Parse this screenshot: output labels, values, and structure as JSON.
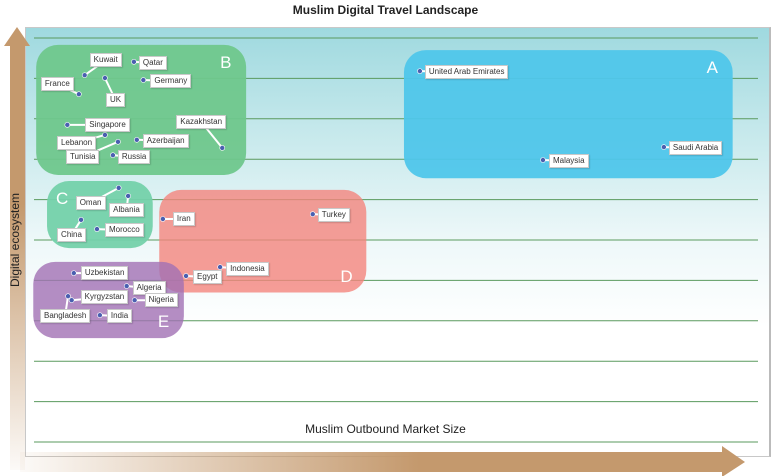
{
  "chart_data": {
    "type": "scatter",
    "title": "Muslim Digital Travel Landscape",
    "xlabel": "Muslim Outbound Market Size",
    "ylabel": "Digital ecosystem",
    "xlim": [
      0,
      100
    ],
    "ylim": [
      0,
      100
    ],
    "grid": "horizontal",
    "groups": [
      {
        "name": "A",
        "color": "#4fc6ea",
        "x": [
          51.1,
          96.5
        ],
        "y": [
          65.3,
          97.0
        ]
      },
      {
        "name": "B",
        "color": "#6fc78c",
        "x": [
          0.3,
          29.3
        ],
        "y": [
          66.1,
          98.3
        ]
      },
      {
        "name": "C",
        "color": "#74d1aa",
        "x": [
          1.8,
          16.4
        ],
        "y": [
          48.0,
          64.6
        ]
      },
      {
        "name": "D",
        "color": "#f4857d",
        "x": [
          17.3,
          45.9
        ],
        "y": [
          37.0,
          62.4
        ]
      },
      {
        "name": "E",
        "color": "#a170b4",
        "x": [
          -0.1,
          20.7
        ],
        "y": [
          25.7,
          44.6
        ]
      }
    ],
    "points": [
      {
        "label": "Kuwait",
        "group": "B",
        "x": 7.0,
        "y": 90.8
      },
      {
        "label": "Qatar",
        "group": "B",
        "x": 13.8,
        "y": 94.1
      },
      {
        "label": "France",
        "group": "B",
        "x": 6.2,
        "y": 86.1
      },
      {
        "label": "UK",
        "group": "B",
        "x": 9.8,
        "y": 90.1
      },
      {
        "label": "Germany",
        "group": "B",
        "x": 15.1,
        "y": 89.6
      },
      {
        "label": "Singapore",
        "group": "B",
        "x": 4.6,
        "y": 78.5
      },
      {
        "label": "Kazakhstan",
        "group": "B",
        "x": 26.0,
        "y": 72.8
      },
      {
        "label": "Lebanon",
        "group": "B",
        "x": 9.8,
        "y": 76.0
      },
      {
        "label": "Azerbaijan",
        "group": "B",
        "x": 14.2,
        "y": 74.8
      },
      {
        "label": "Tunisia",
        "group": "B",
        "x": 11.6,
        "y": 74.3
      },
      {
        "label": "Russia",
        "group": "B",
        "x": 10.9,
        "y": 71.0
      },
      {
        "label": "Oman",
        "group": "C",
        "x": 11.7,
        "y": 62.9
      },
      {
        "label": "Albania",
        "group": "C",
        "x": 13.0,
        "y": 60.9
      },
      {
        "label": "China",
        "group": "C",
        "x": 6.5,
        "y": 55.0
      },
      {
        "label": "Morocco",
        "group": "C",
        "x": 8.7,
        "y": 52.7
      },
      {
        "label": "Iran",
        "group": "D",
        "x": 17.8,
        "y": 55.2
      },
      {
        "label": "Turkey",
        "group": "D",
        "x": 38.5,
        "y": 56.4
      },
      {
        "label": "Indonesia",
        "group": "D",
        "x": 25.7,
        "y": 43.3
      },
      {
        "label": "Egypt",
        "group": "D",
        "x": 21.0,
        "y": 41.1
      },
      {
        "label": "Uzbekistan",
        "group": "E",
        "x": 5.5,
        "y": 41.8
      },
      {
        "label": "Algeria",
        "group": "E",
        "x": 12.8,
        "y": 38.6
      },
      {
        "label": "Kyrgyzstan",
        "group": "E",
        "x": 5.2,
        "y": 35.1
      },
      {
        "label": "Bangladesh",
        "group": "E",
        "x": 4.7,
        "y": 36.1
      },
      {
        "label": "Nigeria",
        "group": "E",
        "x": 13.9,
        "y": 35.1
      },
      {
        "label": "India",
        "group": "E",
        "x": 9.1,
        "y": 31.4
      },
      {
        "label": "United Arab Emirates",
        "group": "A",
        "x": 53.3,
        "y": 91.8
      },
      {
        "label": "Saudi Arabia",
        "group": "A",
        "x": 87.0,
        "y": 73.0
      },
      {
        "label": "Malaysia",
        "group": "A",
        "x": 70.3,
        "y": 69.8
      }
    ],
    "gridline_count": 11,
    "colors": {
      "gridline": "#5a9a5e",
      "point": "#4a5fb0",
      "arrow": "#c4996d"
    }
  }
}
